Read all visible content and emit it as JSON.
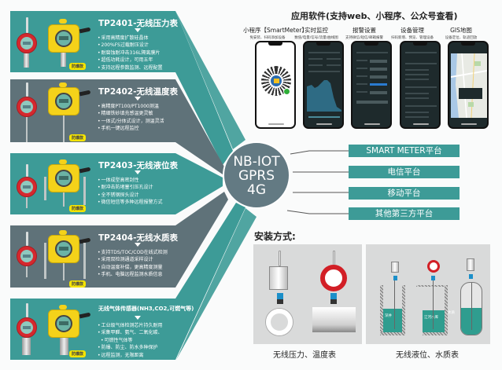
{
  "colors": {
    "teal": "#3d9b97",
    "slate": "#5f7279",
    "hub": "#637a83",
    "platform": "#3d9b97",
    "badge": "#f5e400"
  },
  "products": [
    {
      "title": "TP2401-无线压力表",
      "badge": "防爆款",
      "features": [
        "采用高精度扩散硅晶体",
        "200%FS过载耐压设计",
        "耐腐蚀耐冲击316L隔离膜片",
        "超低功耗设计，可用五年",
        "支持远程参数监测、远程配置"
      ]
    },
    {
      "title": "TP2402-无线温度表",
      "badge": "防爆款",
      "features": [
        "高精度PT100/PT1000测温",
        "精细铁砂填充感温更灵敏",
        "一体式/分体式设计，测温灵活",
        "手机一键远程监控"
      ]
    },
    {
      "title": "TP2403-无线液位表",
      "badge": "防爆款",
      "features": [
        "一体成型高密封性",
        "耐冲击防堵塞引压孔设计",
        "全不锈钢探头设计",
        "微信短信等多种远程报警方式"
      ]
    },
    {
      "title": "TP2404-无线水质表",
      "badge": "防爆款",
      "features": [
        "支持TDS/TOC/COD在线式检测",
        "采用双检测通道采样设计",
        "自动温度补偿，更高精度测量",
        "手机、电脑远程监测水质信息"
      ]
    },
    {
      "title": "无线气体传感器(NH3,CO2,可燃气等)",
      "badge": "防爆款",
      "features": [
        "工业级气体检测芯片持久耐用",
        "采集甲醛、氨气、二氧化碳、",
        "可燃性气体等",
        "防爆、防尘、防水多种保护",
        "远程监测，无限距离"
      ]
    }
  ],
  "hub": {
    "line1": "NB-IOT",
    "line2": "GPRS",
    "line3": "4G"
  },
  "software": {
    "title": "应用软件(支持web、小程序、公众号查看)",
    "apps": [
      {
        "name": "小程序【SmartMeter】",
        "desc": "免安装、扫码添加设备"
      },
      {
        "name": "实时监控",
        "desc": "数值/电量/信号/流量/曲线图"
      },
      {
        "name": "报警设置",
        "desc": "支持微信/短信/邮箱报警"
      },
      {
        "name": "设备管理",
        "desc": "扫码新增、预览、管理设备"
      },
      {
        "name": "GIS地图",
        "desc": "设备定位、轨迹回放"
      }
    ]
  },
  "platforms": [
    "SMART METER平台",
    "电信平台",
    "移动平台",
    "其他第三方平台"
  ],
  "installation": {
    "title": "安装方式:",
    "groups": [
      {
        "caption": "无线压力、温度表"
      },
      {
        "caption": "无线液位、水质表",
        "labels": [
          "深井",
          "江河水库",
          "水质"
        ]
      }
    ]
  }
}
